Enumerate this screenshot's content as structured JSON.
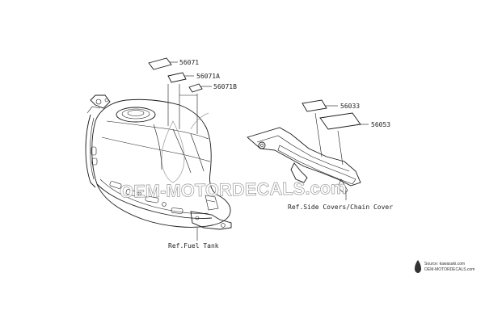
{
  "parts": [
    {
      "id": "p56071",
      "number": "56071"
    },
    {
      "id": "p56071A",
      "number": "56071A"
    },
    {
      "id": "p56071B",
      "number": "56071B"
    },
    {
      "id": "p56033",
      "number": "56033"
    },
    {
      "id": "p56053",
      "number": "56053"
    }
  ],
  "references": {
    "fuel_tank": "Ref.Fuel Tank",
    "side_covers": "Ref.Side Covers/Chain Cover"
  },
  "watermark": {
    "text": "OEM-MOTORDECALS.com"
  },
  "source": {
    "line1": "Source: kawasaki.com",
    "line2": "OEM-MOTORDECALS.com"
  },
  "colors": {
    "line": "#1a1a1a",
    "watermark_outline": "#8a8a8a",
    "background": "#ffffff"
  }
}
